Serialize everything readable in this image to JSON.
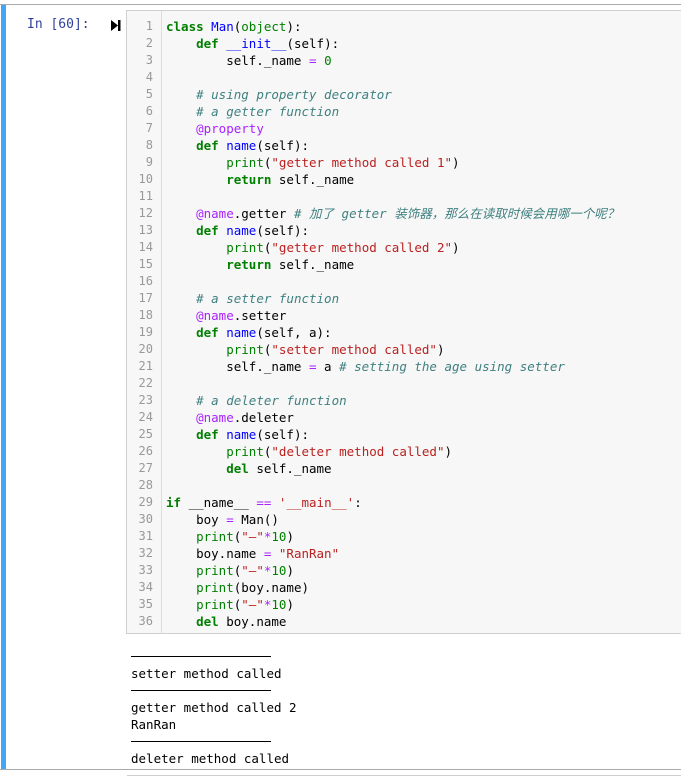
{
  "cell": {
    "prompt": "In  [60]:",
    "run_icon": "step-forward-icon",
    "accent_color": "#42a5f5",
    "code_lines": [
      {
        "n": "1",
        "html": "<span class=\"kw\">class</span> <span class=\"fn\">Man</span>(<span class=\"bi\">object</span>):"
      },
      {
        "n": "2",
        "html": "    <span class=\"kw\">def</span> <span class=\"fn\">__init__</span>(self):"
      },
      {
        "n": "3",
        "html": "        self._name <span class=\"op\">=</span> <span class=\"num\">0</span>"
      },
      {
        "n": "4",
        "html": ""
      },
      {
        "n": "5",
        "html": "    <span class=\"cm\"># using property decorator</span>"
      },
      {
        "n": "6",
        "html": "    <span class=\"cm\"># a getter function</span>"
      },
      {
        "n": "7",
        "html": "    <span class=\"dec\">@property</span>"
      },
      {
        "n": "8",
        "html": "    <span class=\"kw\">def</span> <span class=\"fn\">name</span>(self):"
      },
      {
        "n": "9",
        "html": "        <span class=\"bi\">print</span>(<span class=\"str\">\"getter method called 1\"</span>)"
      },
      {
        "n": "10",
        "html": "        <span class=\"kw\">return</span> self._name"
      },
      {
        "n": "11",
        "html": ""
      },
      {
        "n": "12",
        "html": "    <span class=\"dec\">@name</span>.getter <span class=\"cm\"># 加了 getter 装饰器，那么在读取时候会用哪一个呢？</span>"
      },
      {
        "n": "13",
        "html": "    <span class=\"kw\">def</span> <span class=\"fn\">name</span>(self):"
      },
      {
        "n": "14",
        "html": "        <span class=\"bi\">print</span>(<span class=\"str\">\"getter method called 2\"</span>)"
      },
      {
        "n": "15",
        "html": "        <span class=\"kw\">return</span> self._name"
      },
      {
        "n": "16",
        "html": ""
      },
      {
        "n": "17",
        "html": "    <span class=\"cm\"># a setter function</span>"
      },
      {
        "n": "18",
        "html": "    <span class=\"dec\">@name</span>.setter"
      },
      {
        "n": "19",
        "html": "    <span class=\"kw\">def</span> <span class=\"fn\">name</span>(self, a):"
      },
      {
        "n": "20",
        "html": "        <span class=\"bi\">print</span>(<span class=\"str\">\"setter method called\"</span>)"
      },
      {
        "n": "21",
        "html": "        self._name <span class=\"op\">=</span> a <span class=\"cm\"># setting the age using setter</span>"
      },
      {
        "n": "22",
        "html": ""
      },
      {
        "n": "23",
        "html": "    <span class=\"cm\"># a deleter function</span>"
      },
      {
        "n": "24",
        "html": "    <span class=\"dec\">@name</span>.deleter"
      },
      {
        "n": "25",
        "html": "    <span class=\"kw\">def</span> <span class=\"fn\">name</span>(self):"
      },
      {
        "n": "26",
        "html": "        <span class=\"bi\">print</span>(<span class=\"str\">\"deleter method called\"</span>)"
      },
      {
        "n": "27",
        "html": "        <span class=\"kw\">del</span> self._name"
      },
      {
        "n": "28",
        "html": ""
      },
      {
        "n": "29",
        "html": "<span class=\"kw\">if</span> __name__ <span class=\"op\">==</span> <span class=\"str\">'__main__'</span>:"
      },
      {
        "n": "30",
        "html": "    boy <span class=\"op\">=</span> Man()"
      },
      {
        "n": "31",
        "html": "    <span class=\"bi\">print</span>(<span class=\"str\">\"—\"</span><span class=\"op\">*</span><span class=\"num\">10</span>)"
      },
      {
        "n": "32",
        "html": "    boy.name <span class=\"op\">=</span> <span class=\"str\">\"RanRan\"</span>"
      },
      {
        "n": "33",
        "html": "    <span class=\"bi\">print</span>(<span class=\"str\">\"—\"</span><span class=\"op\">*</span><span class=\"num\">10</span>)"
      },
      {
        "n": "34",
        "html": "    <span class=\"bi\">print</span>(boy.name)"
      },
      {
        "n": "35",
        "html": "    <span class=\"bi\">print</span>(<span class=\"str\">\"—\"</span><span class=\"op\">*</span><span class=\"num\">10</span>)"
      },
      {
        "n": "36",
        "html": "    <span class=\"kw\">del</span> boy.name"
      }
    ]
  },
  "output": {
    "blocks": [
      {
        "rule": true,
        "lines": [
          "setter method called"
        ]
      },
      {
        "rule": true,
        "lines": [
          "getter method called 2",
          "RanRan"
        ]
      },
      {
        "rule": true,
        "lines": [
          "deleter method called"
        ]
      }
    ]
  }
}
